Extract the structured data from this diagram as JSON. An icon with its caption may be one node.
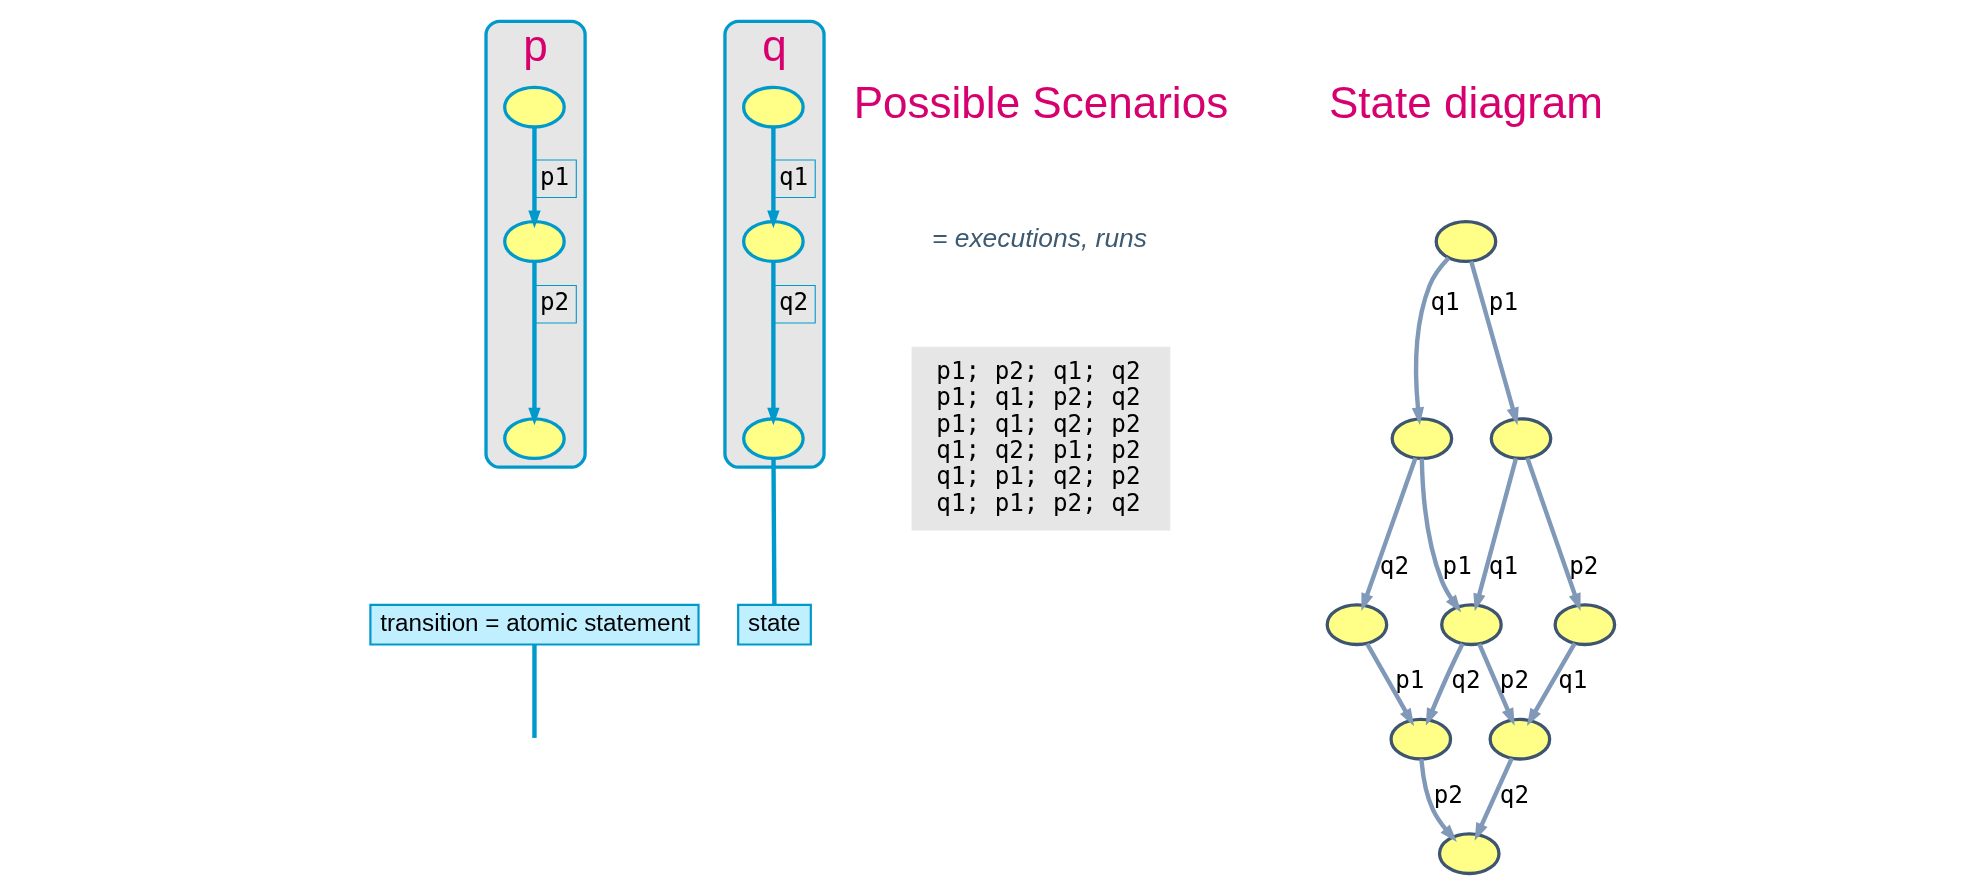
{
  "diagram": {
    "nodes": [
      {
        "text": [
          "p"
        ]
      },
      {
        "text": [],
        "shape": "circle",
        "in": 0
      },
      {
        "text": [],
        "shape": "circle",
        "in": 0
      },
      {
        "text": [],
        "shape": "circle",
        "in": 0
      },
      {
        "text": [
          "q"
        ]
      },
      {
        "text": [],
        "shape": "circle",
        "in": 4
      },
      {
        "text": [],
        "shape": "circle",
        "in": 4
      },
      {
        "text": [],
        "shape": "circle",
        "in": 4
      },
      {
        "text": [
          "transition = atomic statement"
        ]
      },
      {
        "text": [
          "state"
        ]
      },
      {
        "text": [],
        "shape": "circle"
      },
      {
        "text": [],
        "shape": "circle"
      },
      {
        "text": [],
        "shape": "circle"
      },
      {
        "text": [],
        "shape": "circle"
      },
      {
        "text": [],
        "shape": "circle"
      },
      {
        "text": [],
        "shape": "circle"
      },
      {
        "text": [],
        "shape": "circle"
      },
      {
        "text": [],
        "shape": "circle"
      },
      {
        "text": [],
        "shape": "circle"
      },
      {
        "text": [
          "p1; p2; q1; q2",
          "p1; q1; p2; q2",
          "p1; q1; q2; p2",
          "q1; q2; p1; p2",
          "q1; p1; q2; p2",
          "q1; p1; p2; q2"
        ]
      }
    ],
    "edges": [
      {
        "from": 1,
        "to": 2,
        "arrow": "to",
        "label": "p1",
        "color": "#0099cc"
      },
      {
        "from": 2,
        "to": 3,
        "arrow": "to",
        "label": "p2",
        "color": "#0099cc"
      },
      {
        "from": 5,
        "to": 6,
        "arrow": "to",
        "label": "q1",
        "color": "#0099cc"
      },
      {
        "from": 6,
        "to": 7,
        "arrow": "to",
        "label": "q2",
        "color": "#0099cc"
      },
      {
        "from": 8,
        "to": null,
        "arrow": "none",
        "color": "#0099cc"
      },
      {
        "from": 9,
        "to": 7,
        "arrow": "none",
        "color": "#0099cc"
      },
      {
        "from": 10,
        "to": 11,
        "arrow": "to",
        "label": "p1"
      },
      {
        "from": 10,
        "to": 12,
        "arrow": "to",
        "label": "q1"
      },
      {
        "from": 11,
        "to": 13,
        "arrow": "to",
        "label": "p2"
      },
      {
        "from": 11,
        "to": 14,
        "arrow": "to",
        "label": "q1"
      },
      {
        "from": 12,
        "to": 14,
        "arrow": "to",
        "label": "p1"
      },
      {
        "from": 12,
        "to": 15,
        "arrow": "to",
        "label": "q2"
      },
      {
        "from": 13,
        "to": 16,
        "arrow": "to",
        "label": "q1"
      },
      {
        "from": 14,
        "to": 16,
        "arrow": "to",
        "label": "p2"
      },
      {
        "from": 14,
        "to": 17,
        "arrow": "to",
        "label": "q2"
      },
      {
        "from": 15,
        "to": 17,
        "arrow": "to",
        "label": "p1"
      },
      {
        "from": 16,
        "to": 18,
        "arrow": "to",
        "label": "q2"
      },
      {
        "from": 17,
        "to": 18,
        "arrow": "to",
        "label": "p2"
      }
    ],
    "labels": [
      "Possible Scenarios",
      "= executions, runs",
      "State diagram"
    ]
  }
}
